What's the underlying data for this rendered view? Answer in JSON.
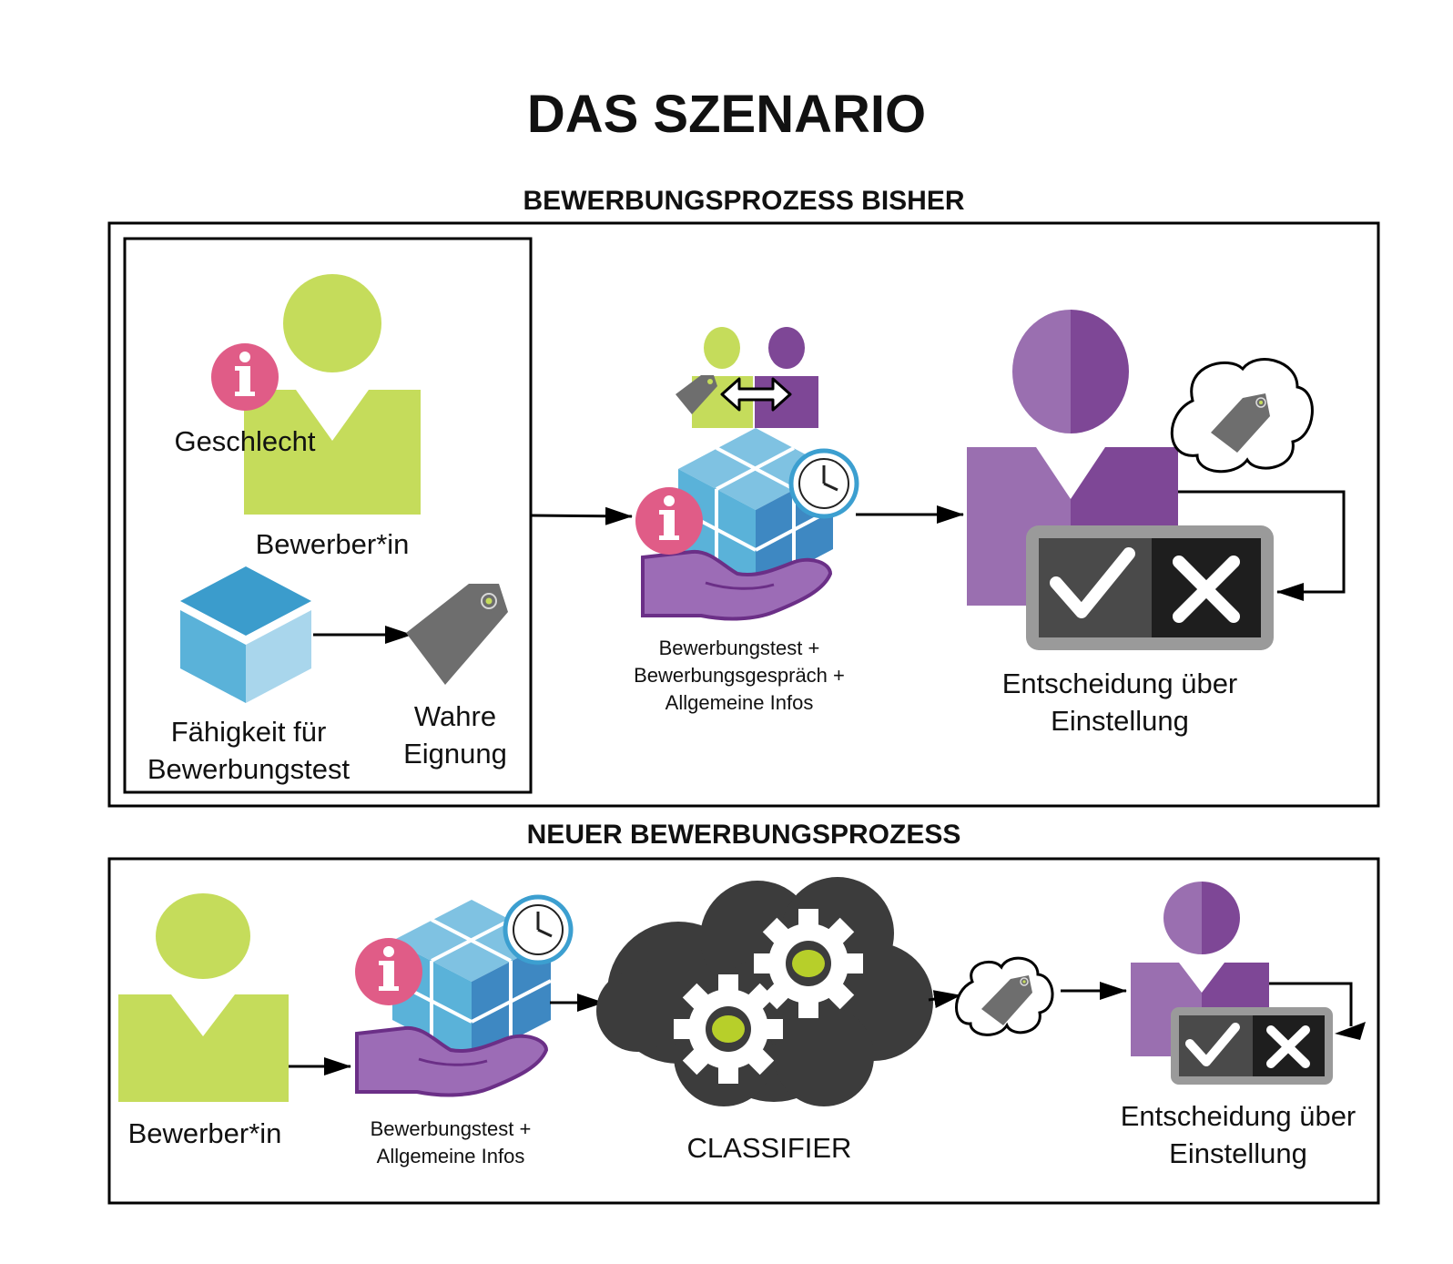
{
  "title": "DAS SZENARIO",
  "colors": {
    "applicant_green": "#c5dc5b",
    "decider_purple_light": "#9a6fb0",
    "decider_purple_dark": "#7e4796",
    "info_pink": "#e05c87",
    "cube_blue": "#5ab2d9",
    "tag_gray": "#6e6e6e",
    "cloud_dark": "#3c3c3c"
  },
  "old_process": {
    "heading": "BEWERBUNGSPROZESS BISHER",
    "applicant": {
      "info_label": "Geschlecht",
      "label": "Bewerber*in",
      "skill_label": "Fähigkeit für\nBewerbungstest",
      "true_fit_label": "Wahre\nEignung"
    },
    "assessment_label": "Bewerbungstest +\nBewerbungsgespräch +\nAllgemeine Infos",
    "decision_label": "Entscheidung über\nEinstellung"
  },
  "new_process": {
    "heading": "NEUER BEWERBUNGSPROZESS",
    "applicant_label": "Bewerber*in",
    "assessment_label": "Bewerbungstest +\nAllgemeine Infos",
    "classifier_label": "CLASSIFIER",
    "decision_label": "Entscheidung über\nEinstellung"
  }
}
